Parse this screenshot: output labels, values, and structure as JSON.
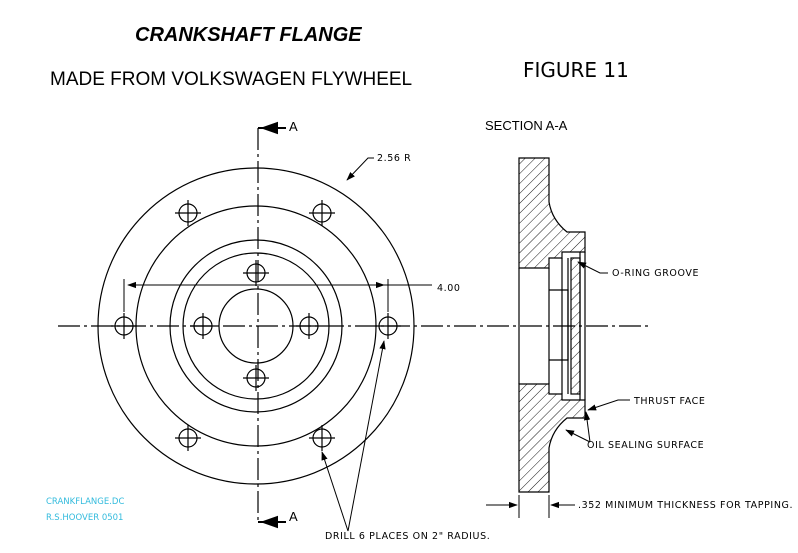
{
  "title": "CRANKSHAFT FLANGE",
  "subtitle": "MADE FROM VOLKSWAGEN FLYWHEEL",
  "figure_label": "FIGURE 11",
  "section_label": "SECTION  A-A",
  "section_mark_top": "A",
  "section_mark_bottom": "A",
  "dims": {
    "radius": "2.56 R",
    "diameter": "4.00"
  },
  "callouts": {
    "oring": "O-RING GROOVE",
    "thrust": "THRUST FACE",
    "oil": "OIL SEALING SURFACE",
    "min_thick": ".352  MINIMUM THICKNESS FOR TAPPING.",
    "drill": "DRILL 6 PLACES ON 2\" RADIUS."
  },
  "file_info": {
    "filename": "CRANKFLANGE.DC",
    "author": "R.S.HOOVER 0501"
  },
  "colors": {
    "line": "#000000",
    "file_text": "#33bbdd"
  }
}
